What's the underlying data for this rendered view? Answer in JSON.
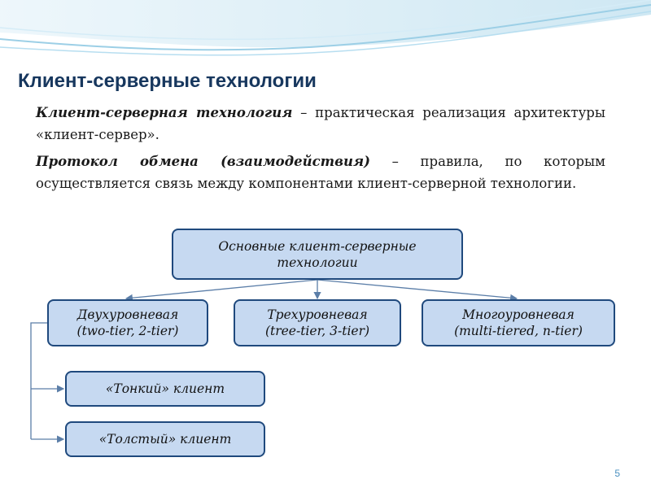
{
  "title": "Клиент-серверные технологии",
  "definitions": [
    {
      "term": "Клиент-серверная технология",
      "text": " – практическая реализация архитектуры «клиент-сервер»."
    },
    {
      "term": "Протокол обмена (взаимодействия)",
      "text": " – правила, по  которым осуществляется связь между компонентами клиент-серверной технологии."
    }
  ],
  "diagram": {
    "root": {
      "line1": "Основные клиент-серверные",
      "line2": "технологии"
    },
    "tiers": [
      {
        "line1": "Двухуровневая",
        "line2": "(two-tier, 2-tier)"
      },
      {
        "line1": "Трехуровневая",
        "line2": "(tree-tier, 3-tier)"
      },
      {
        "line1": "Многоуровневая",
        "line2": "(multi-tiered, n-tier)"
      }
    ],
    "clients": [
      {
        "label": "«Тонкий» клиент"
      },
      {
        "label": "«Толстый» клиент"
      }
    ],
    "colors": {
      "box_fill": "#c6d9f1",
      "box_border": "#1f497d",
      "title": "#17375e",
      "connector": "#5b7ea8"
    }
  },
  "page_number": "5"
}
